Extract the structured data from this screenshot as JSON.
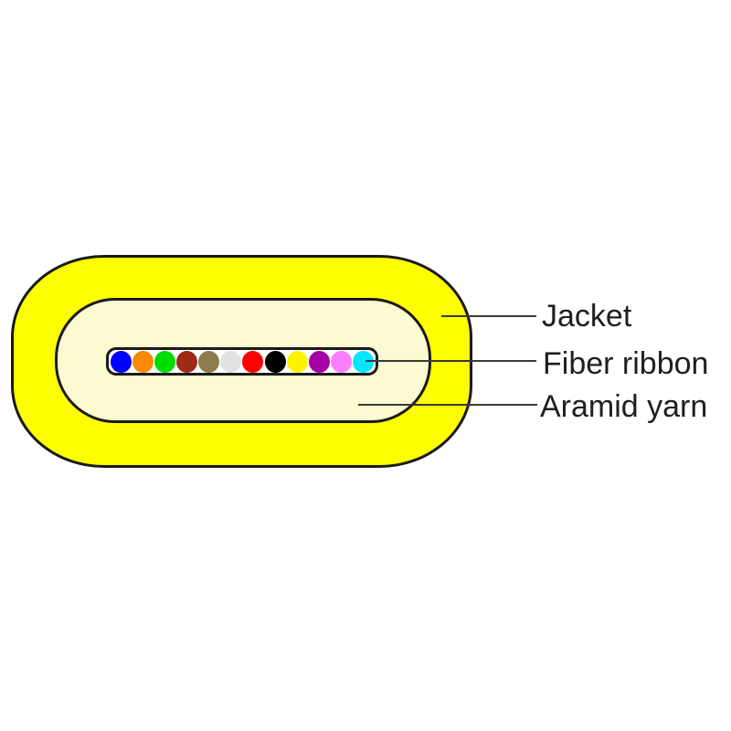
{
  "diagram": {
    "type": "cable-cross-section",
    "labels": [
      {
        "text": "Jacket"
      },
      {
        "text": "Fiber ribbon"
      },
      {
        "text": "Aramid yarn"
      }
    ],
    "colors": {
      "jacket": "#FEFE00",
      "aramid_yarn": "#FBFAD0",
      "ribbon_background": "#FFFFFF",
      "outline": "#1A1A1A",
      "leader_line": "#3A3A3A",
      "label_text": "#1F1F1F",
      "page_background": "#FFFFFF"
    },
    "fiber_ribbon": {
      "fiber_count": 12,
      "fibers": [
        {
          "name": "blue",
          "hex": "#0000FE"
        },
        {
          "name": "orange",
          "hex": "#F78A00"
        },
        {
          "name": "green",
          "hex": "#00DC00"
        },
        {
          "name": "brown",
          "hex": "#9E2B16"
        },
        {
          "name": "slate",
          "hex": "#8B7D4E"
        },
        {
          "name": "white",
          "hex": "#E2E2E2"
        },
        {
          "name": "red",
          "hex": "#FE0000"
        },
        {
          "name": "black",
          "hex": "#000000"
        },
        {
          "name": "yellow",
          "hex": "#FFF200"
        },
        {
          "name": "violet",
          "hex": "#A500A5"
        },
        {
          "name": "rose",
          "hex": "#FC7EFC"
        },
        {
          "name": "aqua",
          "hex": "#00E8FF"
        }
      ]
    }
  }
}
